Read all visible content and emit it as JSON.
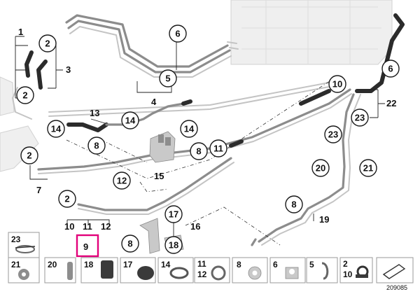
{
  "callouts": {
    "c_2a": "2",
    "c_2b": "2",
    "c_6a": "6",
    "c_5": "5",
    "c_6b": "6",
    "c_10": "10",
    "c_23a": "23",
    "c_23b": "23",
    "c_14a": "14",
    "c_14b": "14",
    "c_14c": "14",
    "c_8a": "8",
    "c_11": "11",
    "c_8b": "8",
    "c_2c": "2",
    "c_12": "12",
    "c_20": "20",
    "c_21": "21",
    "c_2d": "2",
    "c_8c": "8",
    "c_17": "17",
    "c_8d": "8",
    "c_18": "18"
  },
  "labels": {
    "l_1": "1",
    "l_3": "3",
    "l_4": "4",
    "l_13": "13",
    "l_22": "22",
    "l_15": "15",
    "l_7": "7",
    "l_19": "19",
    "l_16": "16",
    "l_sub10": "10",
    "l_sub11": "11",
    "l_sub12": "12",
    "l_9": "9"
  },
  "legend": {
    "c23": "23",
    "r21": "21",
    "r20": "20",
    "r18": "18",
    "r17": "17",
    "r14": "14",
    "r11": "11",
    "r12": "12",
    "r8": "8",
    "r6": "6",
    "r5": "5",
    "r2": "2",
    "r10": "10"
  },
  "doc_number": "209085",
  "colors": {
    "highlight": "#e2007a",
    "pipe": "#8c8c8c",
    "hose": "#2b2b2b"
  }
}
